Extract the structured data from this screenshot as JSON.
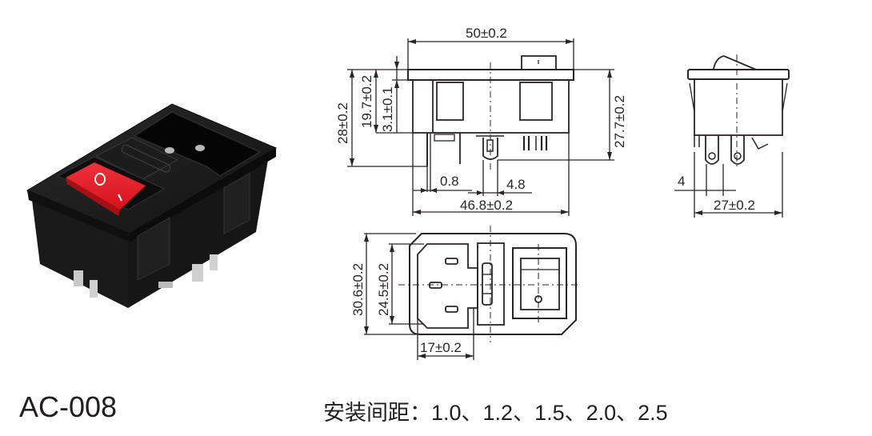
{
  "product": {
    "model": "AC-008",
    "photo_alt": "IEC C14 power inlet with fuse holder and red rocker switch"
  },
  "mounting_spacing": {
    "label": "安装间距：",
    "values": [
      "1.0",
      "1.2",
      "1.5",
      "2.0",
      "2.5"
    ],
    "separator": "、",
    "text": "1.0、1.2、1.5、2.0、2.5"
  },
  "switch": {
    "off_symbol": "O",
    "on_symbol": "I",
    "rocker_color": "#e8202a",
    "body_color": "#1a1a1a"
  },
  "front_view": {
    "overall_width": "50±0.2",
    "total_height": "28±0.2",
    "body_depth": "19.7±0.2",
    "flange": "3.1±0.1",
    "right_height": "27.7±0.2",
    "terminal_thickness": "0.8",
    "terminal_width": "4.8",
    "body_width": "46.8±0.2"
  },
  "side_view": {
    "terminal_pitch": "4",
    "body_width": "27±0.2"
  },
  "top_view": {
    "outer_height": "30.6±0.2",
    "inner_height": "24.5±0.2",
    "inlet_width": "17±0.2"
  },
  "colors": {
    "line": "#2b2424",
    "background": "#ffffff"
  }
}
